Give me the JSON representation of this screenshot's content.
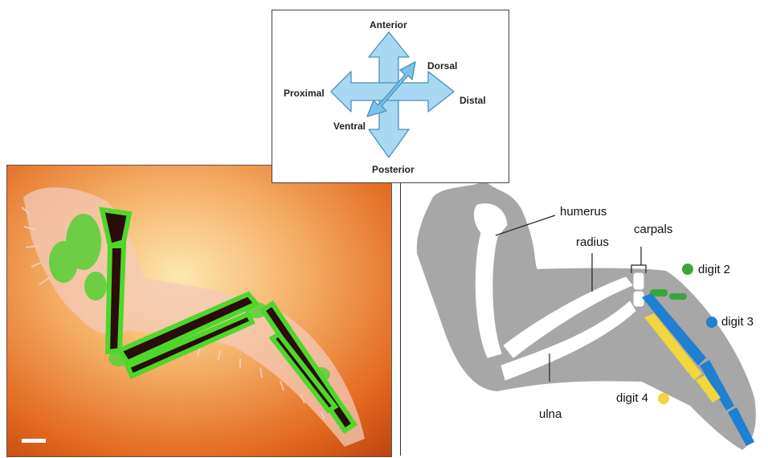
{
  "compass": {
    "anterior": "Anterior",
    "posterior": "Posterior",
    "proximal": "Proximal",
    "distal": "Distal",
    "dorsal": "Dorsal",
    "ventral": "Ventral"
  },
  "diagram": {
    "humerus": "humerus",
    "radius": "radius",
    "carpals": "carpals",
    "ulna": "ulna",
    "digit2": "digit 2",
    "digit3": "digit 3",
    "digit4": "digit 4"
  },
  "colors": {
    "digit2": "#3aa63a",
    "digit3": "#1f7fd0",
    "digit4": "#f2d63a",
    "arrow_fill": "#a9d8f2",
    "silhouette": "#a7a7a7"
  }
}
